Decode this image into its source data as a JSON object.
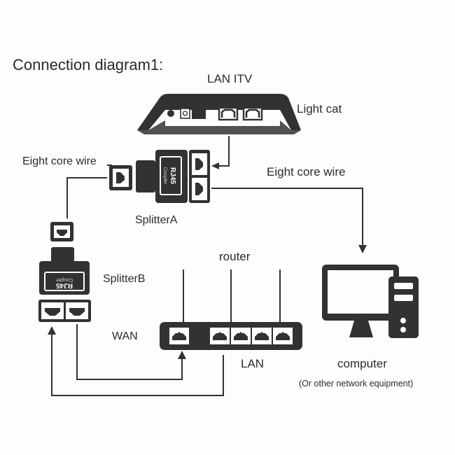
{
  "title": "Connection diagram1:",
  "devices": {
    "light_cat": {
      "label": "Light cat",
      "port_label": "LAN ITV"
    },
    "splitter_a": {
      "label": "SplitterA",
      "body_text": "RJ45",
      "body_subtext": "Coupler"
    },
    "splitter_b": {
      "label": "SplitterB",
      "body_text": "RJ45",
      "body_subtext": "Coupler"
    },
    "router": {
      "label": "router",
      "wan_label": "WAN",
      "lan_label": "LAN",
      "lan_port_count": 4
    },
    "computer": {
      "label": "computer",
      "sublabel": "(Or other network equipment)"
    }
  },
  "cables": {
    "wire_a_label": "Eight core wire",
    "wire_b_label": "Eight core wire"
  },
  "colors": {
    "ink": "#333231",
    "background": "#fdfdfc"
  }
}
